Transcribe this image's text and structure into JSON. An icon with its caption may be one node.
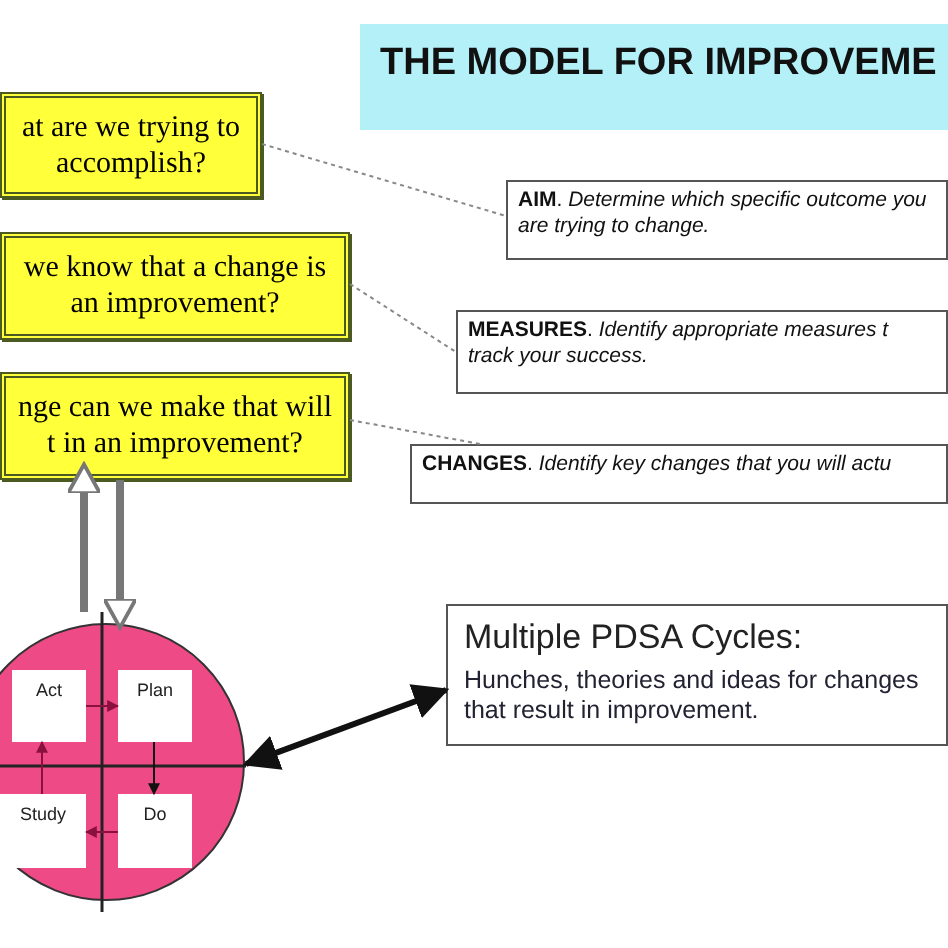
{
  "diagram": {
    "title": "THE MODEL FOR IMPROVEME",
    "nodes": [
      {
        "text": [
          "at are we trying to accomplish?"
        ]
      },
      {
        "text": [
          "we know that a change is an improvement?"
        ]
      },
      {
        "text": [
          "nge can we make that will t in an improvement?"
        ]
      },
      {
        "text": [
          "**AIM**. *Determine which specific outcome you are trying to change.*"
        ]
      },
      {
        "text": [
          "**MEASURES**. *Identify appropriate measures t track your success.*"
        ]
      },
      {
        "text": [
          "**CHANGES**. *Identify key changes that you will actu*"
        ]
      },
      {
        "text": [],
        "shape": "circle"
      },
      {
        "text": [
          "Act"
        ],
        "in": 6
      },
      {
        "text": [
          "Plan"
        ],
        "in": 6
      },
      {
        "text": [
          "Study"
        ],
        "in": 6
      },
      {
        "text": [
          "Do"
        ],
        "in": 6
      },
      {
        "text": [
          "Multiple PDSA Cycles:",
          "Hunches, theories and ideas for changes that result in improvement."
        ]
      }
    ],
    "edges": [
      {
        "from": 0,
        "to": 3,
        "arrow": "none",
        "style": "dashed",
        "color": "#888888"
      },
      {
        "from": 1,
        "to": 4,
        "arrow": "none",
        "style": "dashed",
        "color": "#888888"
      },
      {
        "from": 2,
        "to": 5,
        "arrow": "none",
        "style": "dashed",
        "color": "#888888"
      },
      {
        "from": 6,
        "to": 2,
        "arrow": "to",
        "style": "thick",
        "color": "#777777"
      },
      {
        "from": 2,
        "to": 6,
        "arrow": "to",
        "style": "thick",
        "color": "#777777"
      },
      {
        "from": 7,
        "to": 8,
        "arrow": "to",
        "color": "#8a1040"
      },
      {
        "from": 8,
        "to": 10,
        "arrow": "to",
        "color": "#111111"
      },
      {
        "from": 10,
        "to": 9,
        "arrow": "to",
        "color": "#8a1040"
      },
      {
        "from": 9,
        "to": 7,
        "arrow": "to",
        "color": "#8a1040"
      },
      {
        "from": 6,
        "to": 11,
        "arrow": "both",
        "style": "thick",
        "color": "#111111"
      }
    ]
  }
}
